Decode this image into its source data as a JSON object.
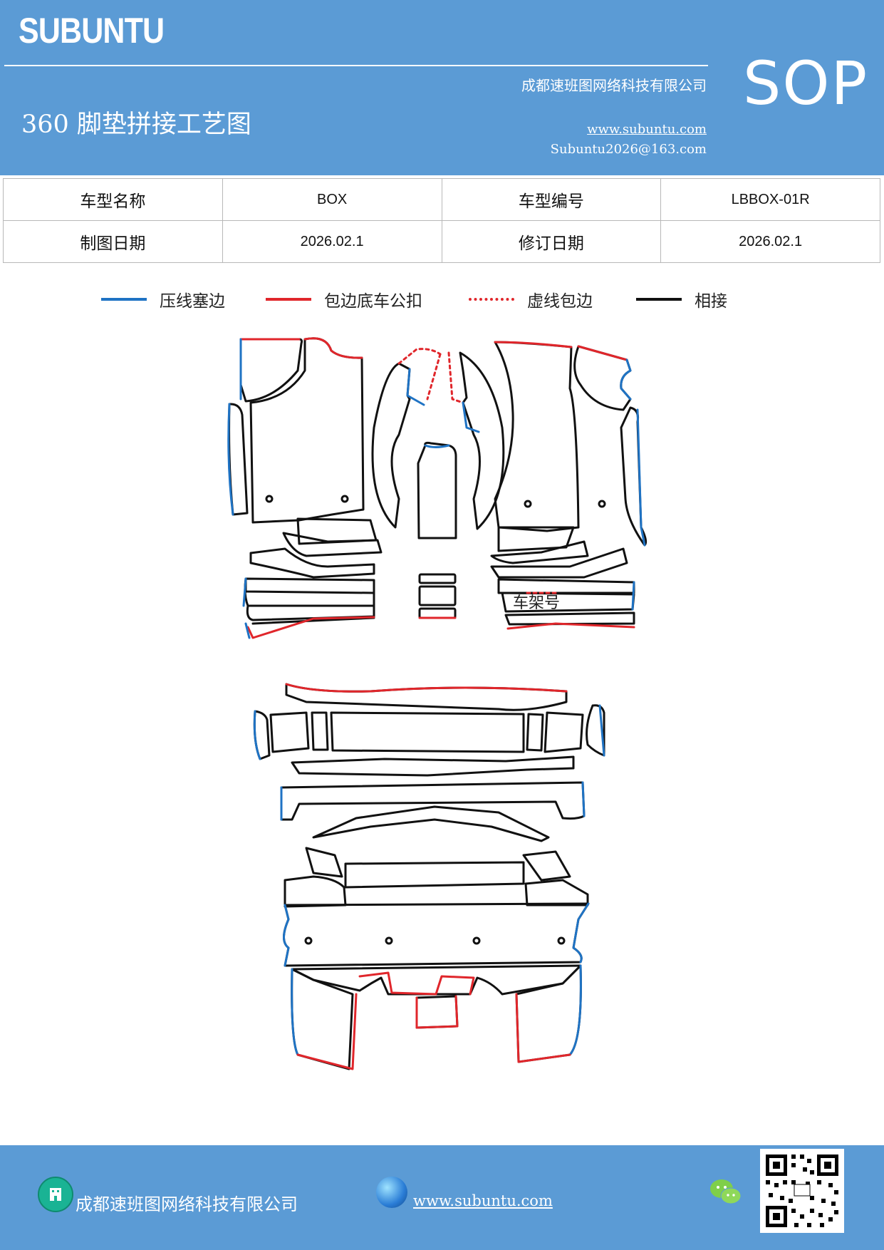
{
  "header": {
    "brand": "SUBUNTU",
    "company": "成都速班图网络科技有限公司",
    "title": "360 脚垫拼接工艺图",
    "website": "www.subuntu.com",
    "email": "Subuntu2026@163.com",
    "badge": "SOP"
  },
  "info_table": {
    "model_name_label": "车型名称",
    "model_name_value": "BOX",
    "model_code_label": "车型编号",
    "model_code_value": "LBBOX-01R",
    "drawing_date_label": "制图日期",
    "drawing_date_value": "2026.02.1",
    "revision_date_label": "修订日期",
    "revision_date_value": "2026.02.1"
  },
  "legend": [
    {
      "label": "压线塞边",
      "color": "#1f73c4",
      "style": "solid"
    },
    {
      "label": "包边底车公扣",
      "color": "#e0262b",
      "style": "solid"
    },
    {
      "label": "虚线包边",
      "color": "#e0262b",
      "style": "dotted"
    },
    {
      "label": "相接",
      "color": "#111111",
      "style": "solid"
    }
  ],
  "diagram": {
    "frame_label": "车架号"
  },
  "footer": {
    "company": "成都速班图网络科技有限公司",
    "website": "www.subuntu.com",
    "icons": [
      "building-icon",
      "globe-icon",
      "wechat-icon",
      "qr-code"
    ]
  }
}
